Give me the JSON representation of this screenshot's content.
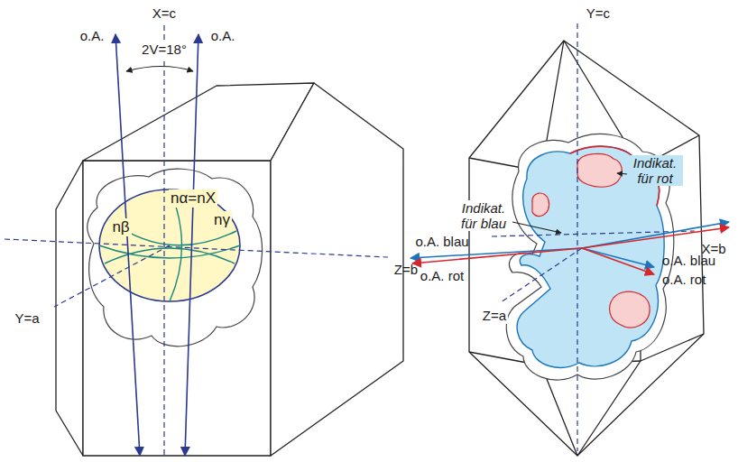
{
  "diagram": {
    "labels": [
      "X=c",
      "o.A.",
      "o.A.",
      "2V=18°",
      "nα=nX",
      "nβ",
      "nγ",
      "Z=b",
      "Y=a",
      "Y=c",
      "Indikat. für rot",
      "Indikat. für blau",
      "o.A. blau",
      "o.A. rot",
      "X=b",
      "Z=a",
      "o.A. blau",
      "o.A. rot"
    ]
  }
}
